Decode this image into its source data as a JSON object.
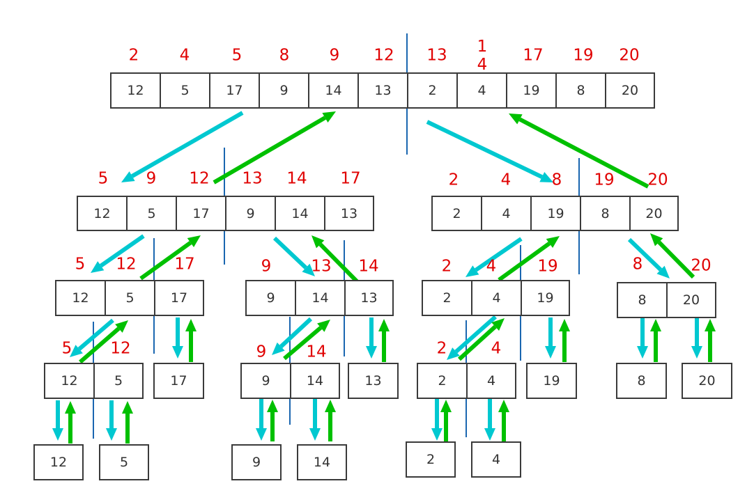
{
  "colors": {
    "split": "#00c8d0",
    "merge": "#00c000",
    "label": "#e00000",
    "divider": "#1a66b0",
    "border": "#3a3a3a"
  },
  "top_labels": [
    "2",
    "4",
    "5",
    "8",
    "9",
    "12",
    "13",
    "14",
    "17",
    "19",
    "20"
  ],
  "top_row": [
    "12",
    "5",
    "17",
    "9",
    "14",
    "13",
    "2",
    "4",
    "19",
    "8",
    "20"
  ],
  "l2_left_labels": [
    "5",
    "9",
    "12",
    "13",
    "14",
    "17"
  ],
  "l2_left_row": [
    "12",
    "5",
    "17",
    "9",
    "14",
    "13"
  ],
  "l2_right_labels": [
    "2",
    "4",
    "8",
    "19",
    "20"
  ],
  "l2_right_row": [
    "2",
    "4",
    "19",
    "8",
    "20"
  ],
  "l3_a_labels": [
    "5",
    "12",
    "17"
  ],
  "l3_a_row": [
    "12",
    "5",
    "17"
  ],
  "l3_b_labels": [
    "9",
    "13",
    "14"
  ],
  "l3_b_row": [
    "9",
    "14",
    "13"
  ],
  "l3_c_labels": [
    "2",
    "4",
    "19"
  ],
  "l3_c_row": [
    "2",
    "4",
    "19"
  ],
  "l3_d_labels": [
    "8",
    "20"
  ],
  "l3_d_row": [
    "8",
    "20"
  ],
  "l4_a_labels": [
    "5",
    "12"
  ],
  "l4_a_row": [
    "12",
    "5"
  ],
  "l4_single_a": "17",
  "l4_b_labels": [
    "9",
    "14"
  ],
  "l4_b_row": [
    "9",
    "14"
  ],
  "l4_single_b": "13",
  "l4_c_labels": [
    "2",
    "4"
  ],
  "l4_c_row": [
    "2",
    "4"
  ],
  "l4_single_c": "19",
  "l4_single_d1": "8",
  "l4_single_d2": "20",
  "l5_leaves": [
    "12",
    "5",
    "9",
    "14",
    "2",
    "4"
  ]
}
